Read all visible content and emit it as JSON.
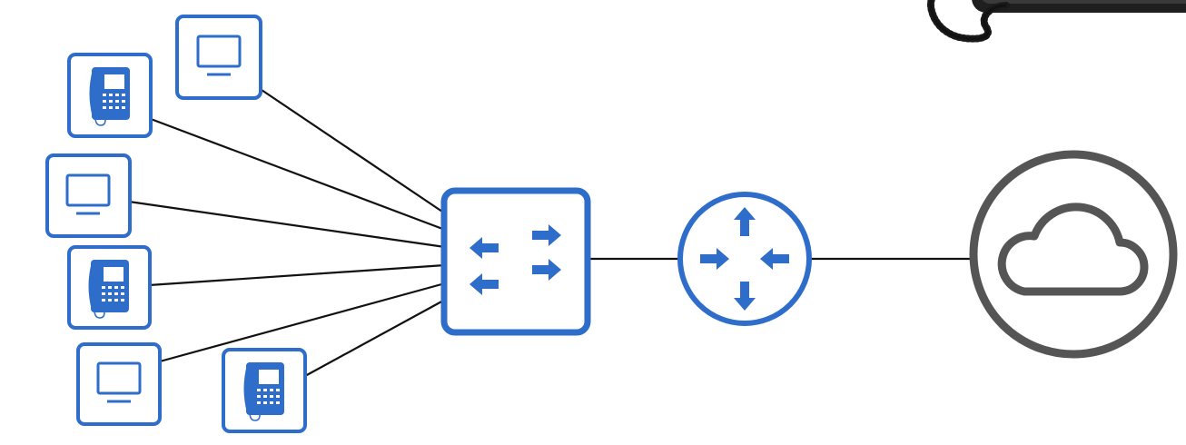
{
  "diagram": {
    "type": "network-topology",
    "colors": {
      "device": "#2e6dc9",
      "cloud": "#555555",
      "link": "#111111",
      "handset": "#1f1f1f",
      "background": "#ffffff"
    },
    "nodes": [
      {
        "id": "desktop-1",
        "kind": "computer",
        "icon": "monitor-icon"
      },
      {
        "id": "ip-phone-1",
        "kind": "ip-phone",
        "icon": "desk-phone-icon"
      },
      {
        "id": "desktop-2",
        "kind": "computer",
        "icon": "monitor-icon"
      },
      {
        "id": "ip-phone-2",
        "kind": "ip-phone",
        "icon": "desk-phone-icon"
      },
      {
        "id": "desktop-3",
        "kind": "computer",
        "icon": "monitor-icon"
      },
      {
        "id": "ip-phone-3",
        "kind": "ip-phone",
        "icon": "desk-phone-icon"
      },
      {
        "id": "switch",
        "kind": "switch",
        "icon": "switch-arrows-icon"
      },
      {
        "id": "router",
        "kind": "router",
        "icon": "router-arrows-icon"
      },
      {
        "id": "internet",
        "kind": "cloud",
        "icon": "cloud-icon"
      },
      {
        "id": "handset",
        "kind": "phone-handset-cropped",
        "icon": "phone-handset-icon"
      }
    ],
    "links": [
      {
        "from": "desktop-1",
        "to": "switch"
      },
      {
        "from": "ip-phone-1",
        "to": "switch"
      },
      {
        "from": "desktop-2",
        "to": "switch"
      },
      {
        "from": "ip-phone-2",
        "to": "switch"
      },
      {
        "from": "desktop-3",
        "to": "switch"
      },
      {
        "from": "ip-phone-3",
        "to": "switch"
      },
      {
        "from": "switch",
        "to": "router"
      },
      {
        "from": "router",
        "to": "internet"
      }
    ]
  }
}
